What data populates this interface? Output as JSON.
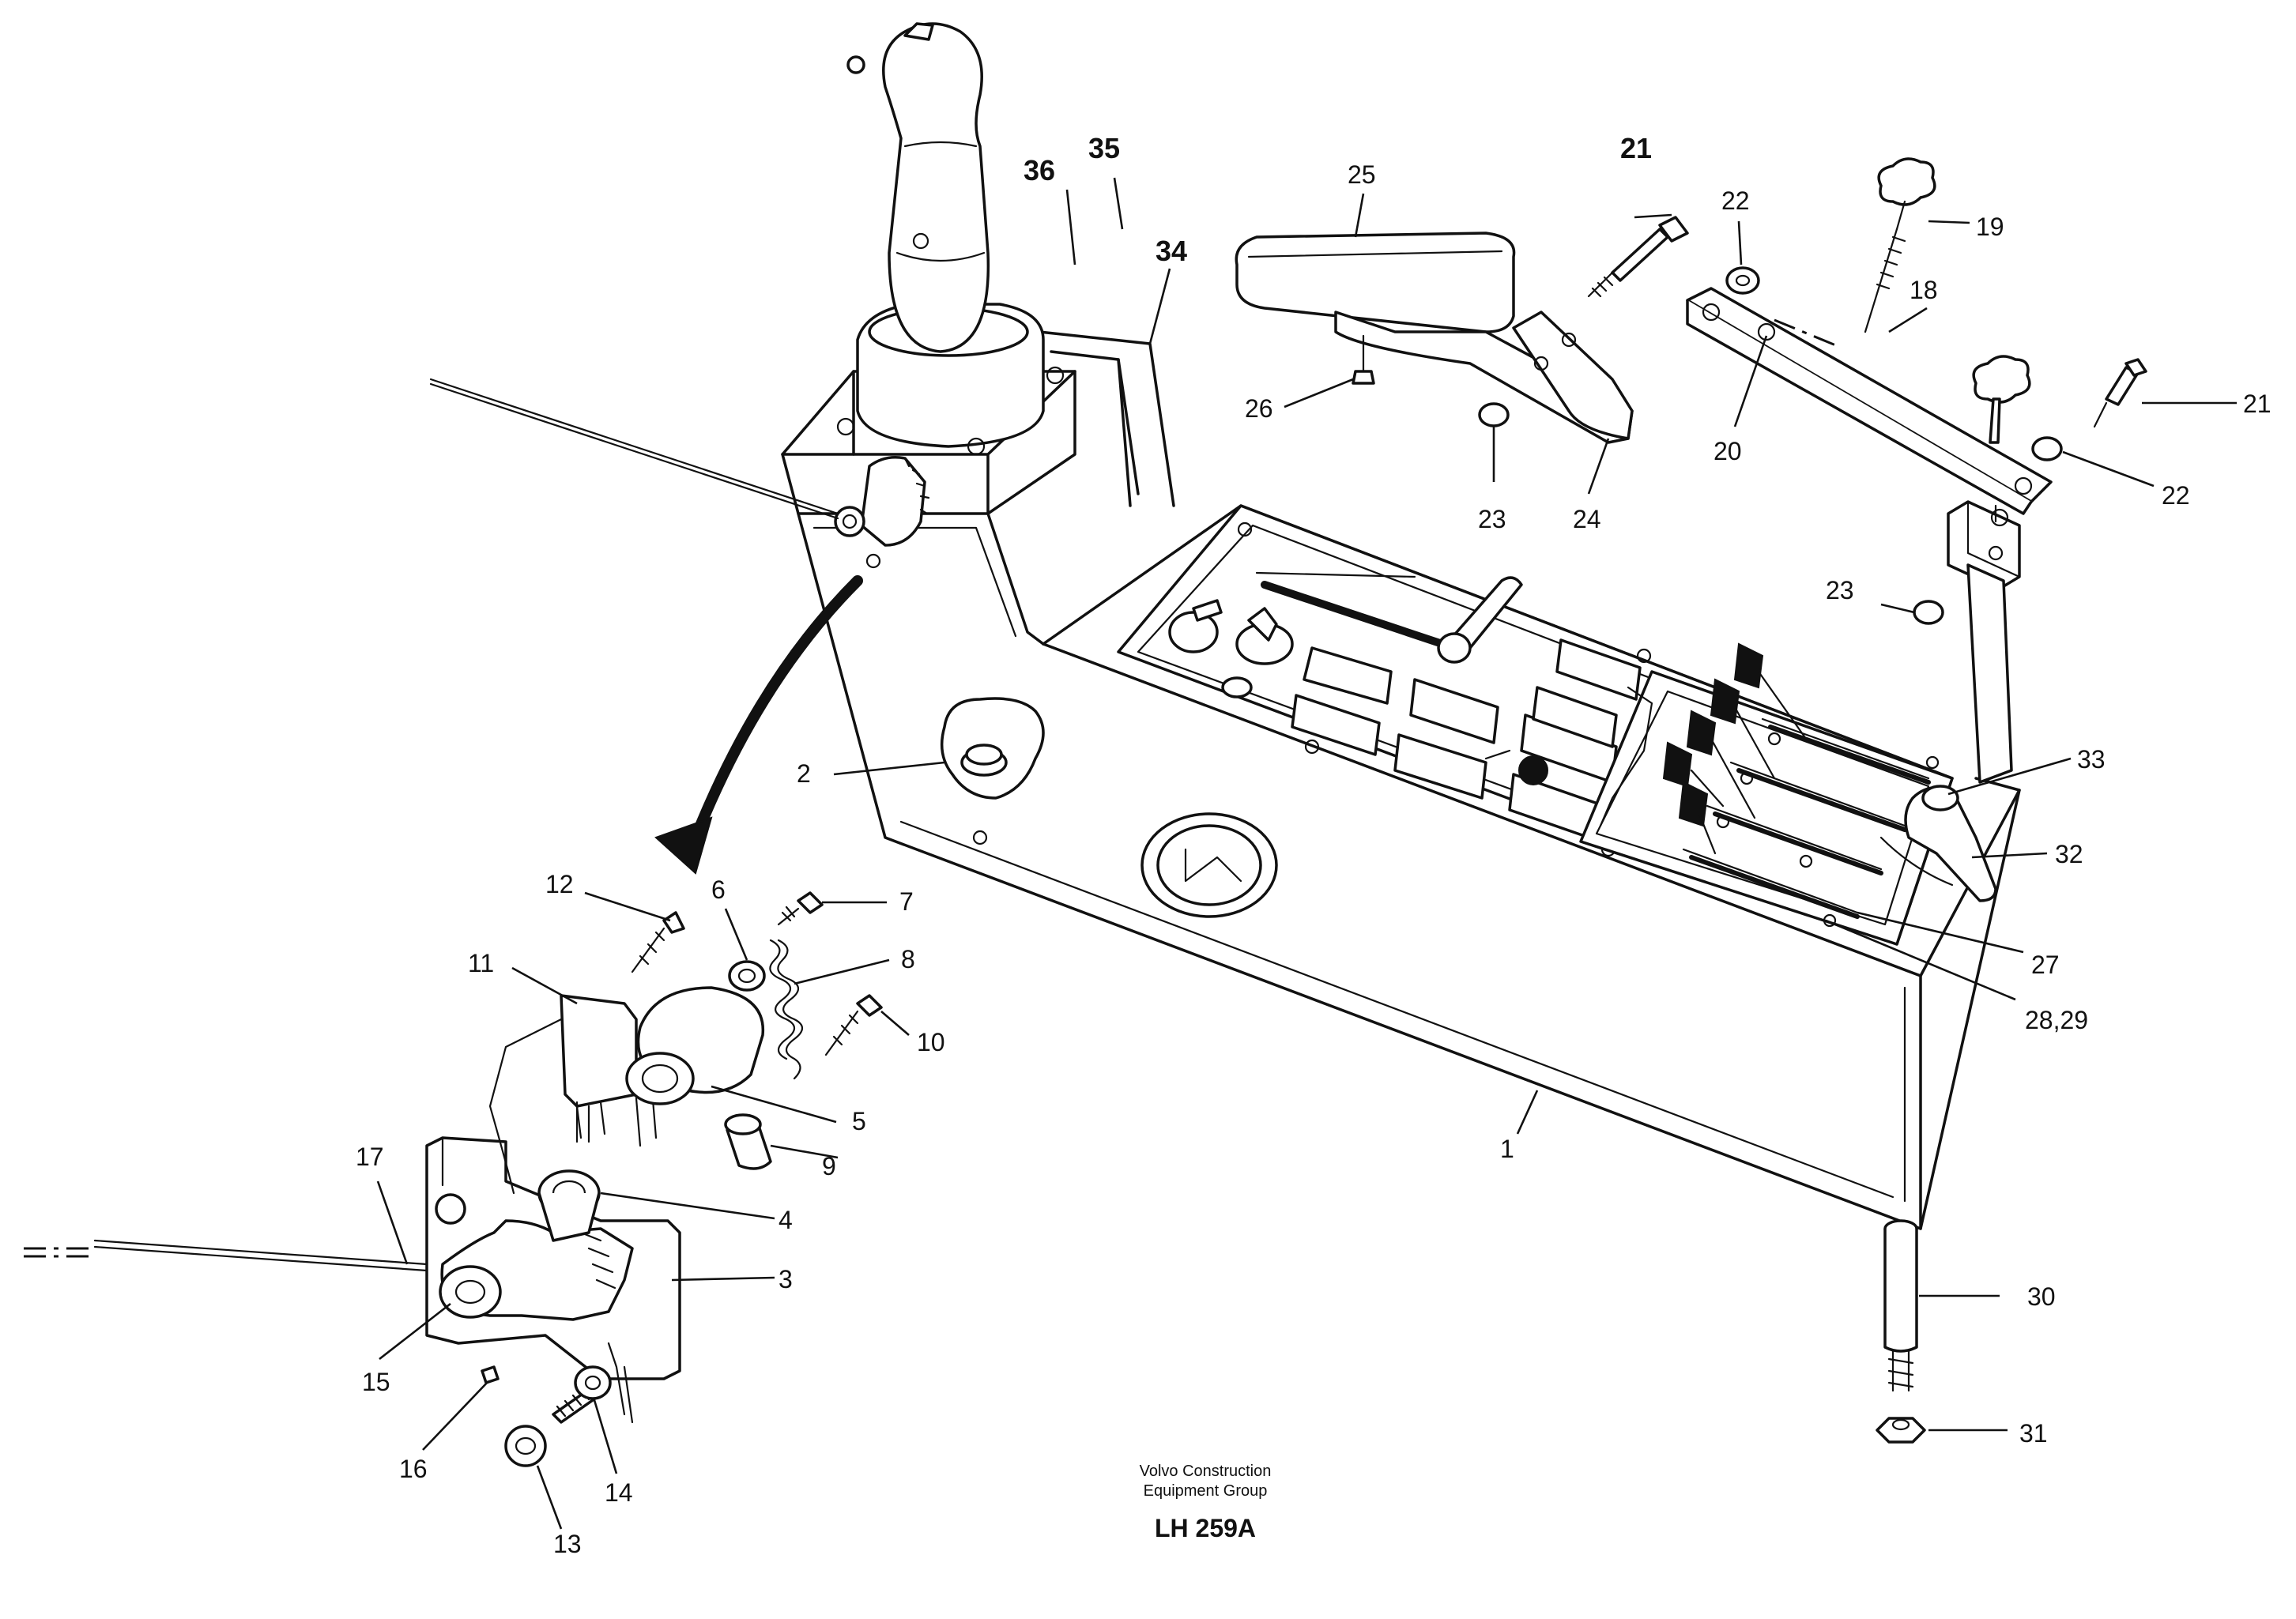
{
  "caption": {
    "line1": "Volvo Construction",
    "line2": "Equipment Group",
    "code": "LH 259A"
  },
  "callouts": {
    "c1": "1",
    "c2": "2",
    "c3": "3",
    "c4": "4",
    "c5": "5",
    "c6": "6",
    "c7": "7",
    "c8": "8",
    "c9": "9",
    "c10": "10",
    "c11": "11",
    "c12": "12",
    "c13": "13",
    "c14": "14",
    "c15": "15",
    "c16": "16",
    "c17": "17",
    "c18": "18",
    "c19": "19",
    "c20": "20",
    "c21a": "21",
    "c21b": "21",
    "c22a": "22",
    "c22b": "22",
    "c23a": "23",
    "c23b": "23",
    "c24": "24",
    "c25": "25",
    "c26": "26",
    "c27": "27",
    "c28": "28,29",
    "c30": "30",
    "c31": "31",
    "c32": "32",
    "c33": "33",
    "c34": "34",
    "c35": "35",
    "c36": "36"
  }
}
